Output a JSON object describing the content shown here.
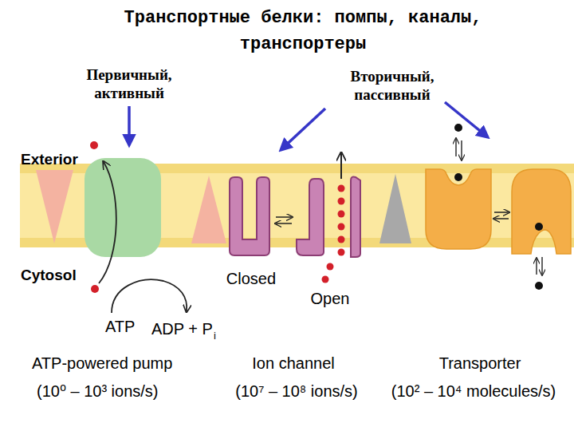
{
  "diagram": {
    "title": "Транспортные белки: помпы, каналы, транспортеры",
    "labels": [
      "Первичный, активный",
      "Вторичный, пассивный",
      "Exterior",
      "Cytosol",
      "Closed",
      "Open",
      "ATP",
      "ADP + P",
      "i",
      "ATP-powered pump",
      "(10⁰ – 10³ ions/s)",
      "Ion channel",
      "(10⁷ – 10⁸ ions/s)",
      "Transporter",
      "(10² – 10⁴ molecules/s)"
    ]
  }
}
